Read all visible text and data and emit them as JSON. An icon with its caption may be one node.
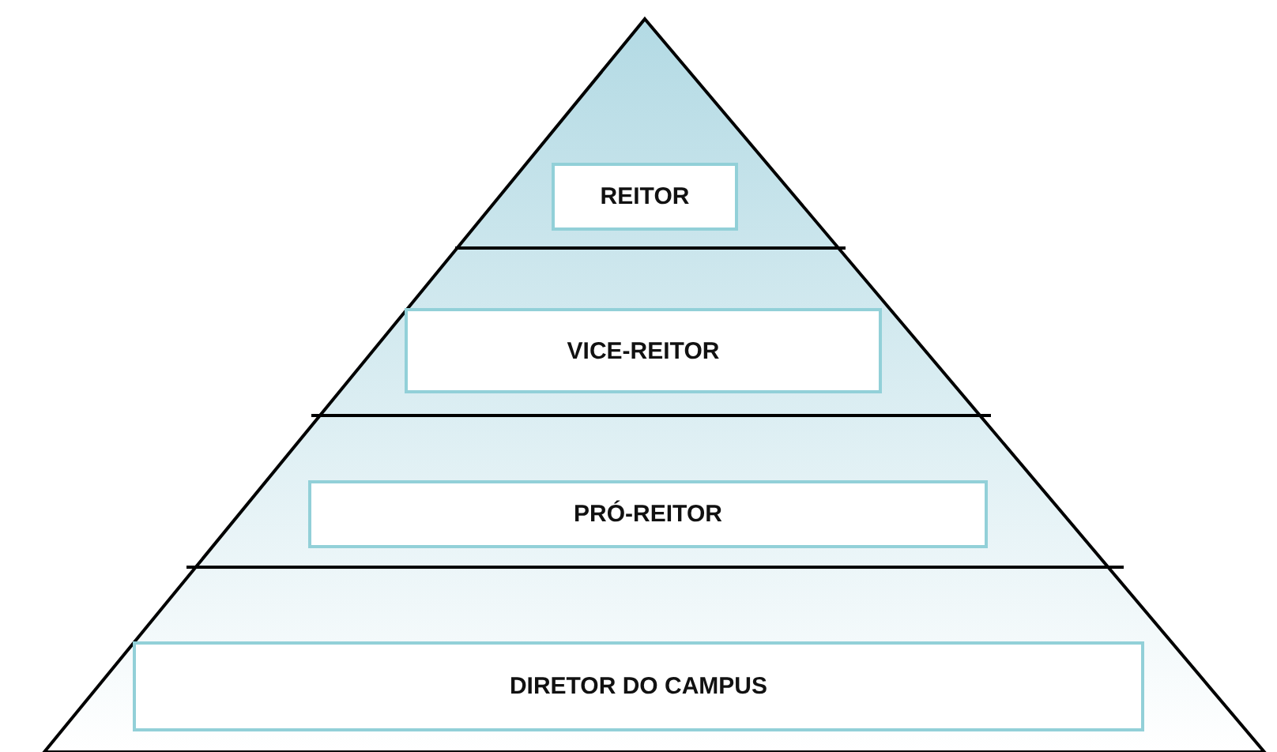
{
  "diagram": {
    "nodes": [
      {
        "text": [
          "REITOR"
        ]
      },
      {
        "text": [
          "VICE-REITOR"
        ]
      },
      {
        "text": [
          "PRÓ-REITOR"
        ]
      },
      {
        "text": [
          "DIRETOR DO CAMPUS"
        ]
      }
    ]
  }
}
